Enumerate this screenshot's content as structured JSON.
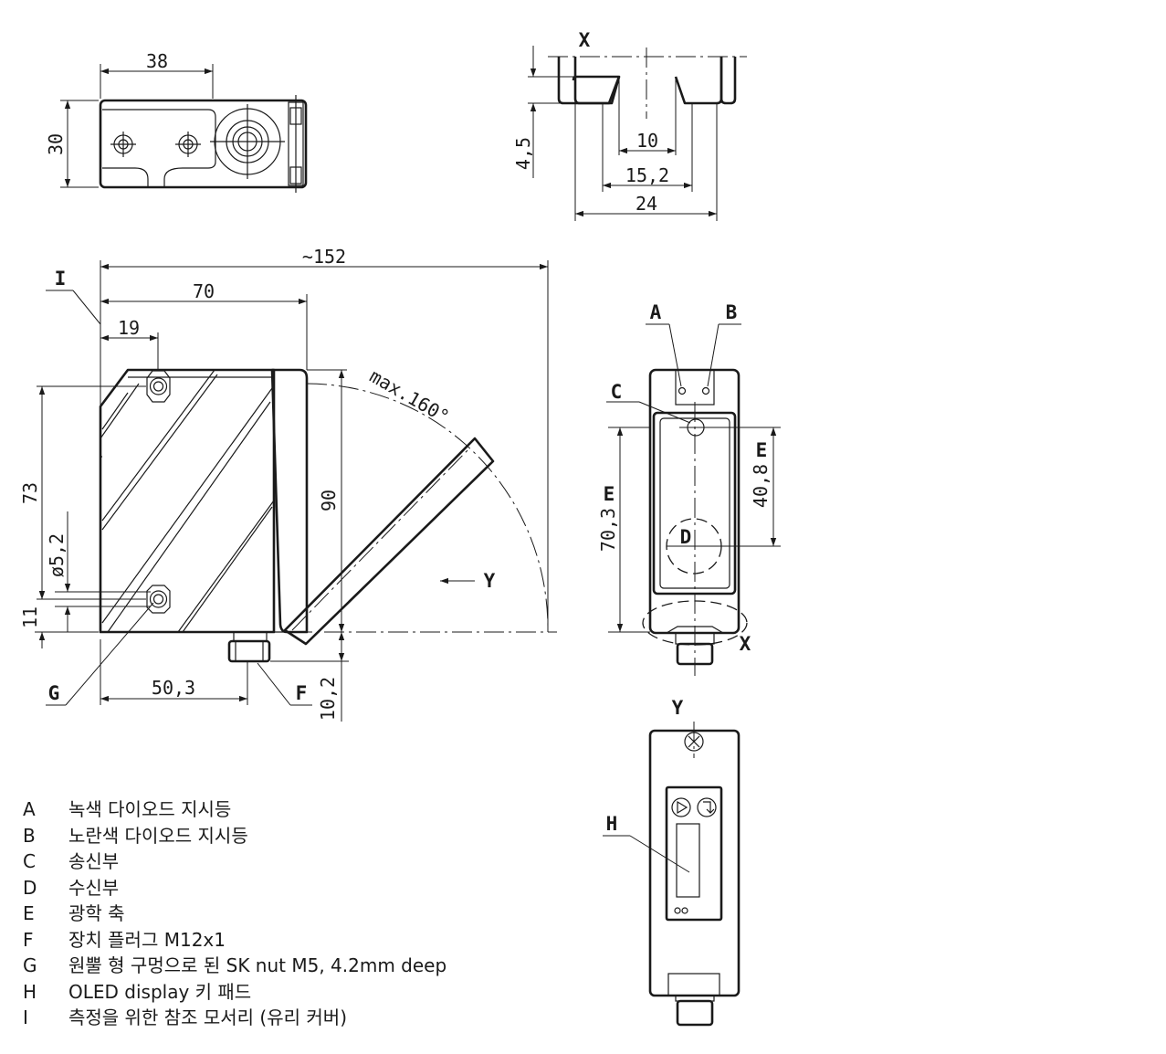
{
  "dimensions": {
    "top_width": "38",
    "top_height": "30",
    "x_detail_label": "X",
    "x_depth": "4,5",
    "x_inner": "10",
    "x_mid": "15,2",
    "x_outer": "24",
    "total_length": "~152",
    "body_length": "70",
    "hole_offset": "19",
    "angle": "max.160°",
    "hole_spacing": "73",
    "height": "90",
    "hole_diameter": "ø5,2",
    "hole_bottom": "11",
    "hole_bottom_2": "11",
    "y_arrow": "Y",
    "plug_offset": "50,3",
    "plug_length": "10,2",
    "front_axis_top": "40,8",
    "front_axis_total": "70,3",
    "front_x": "X",
    "back_y": "Y"
  },
  "callouts": {
    "a": "A",
    "b": "B",
    "c": "C",
    "d": "D",
    "e1": "E",
    "e2": "E",
    "f": "F",
    "g": "G",
    "h": "H",
    "i": "I"
  },
  "legend": [
    {
      "key": "A",
      "text": "녹색 다이오드 지시등"
    },
    {
      "key": "B",
      "text": "노란색 다이오드 지시등"
    },
    {
      "key": "C",
      "text": "송신부"
    },
    {
      "key": "D",
      "text": "수신부"
    },
    {
      "key": "E",
      "text": "광학 축"
    },
    {
      "key": "F",
      "text": "장치 플러그 M12x1"
    },
    {
      "key": "G",
      "text": "원뿔 형 구멍으로 된 SK nut M5, 4.2mm deep"
    },
    {
      "key": "H",
      "text": "OLED display 키 패드"
    },
    {
      "key": "I",
      "text": "측정을 위한 참조 모서리 (유리 커버)"
    }
  ]
}
